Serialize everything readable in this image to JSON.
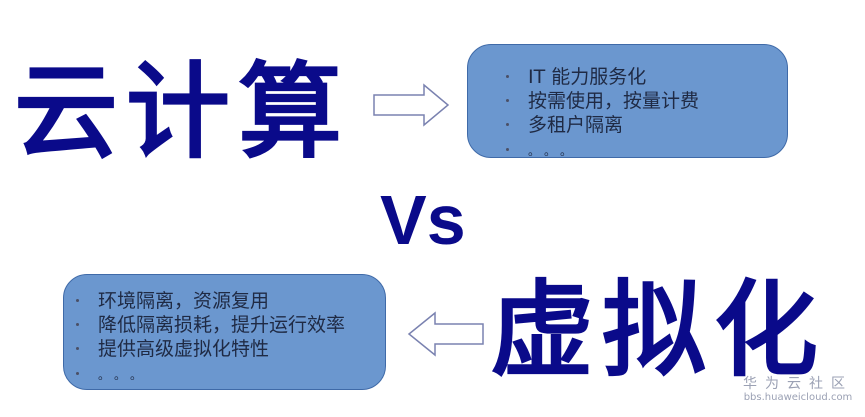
{
  "cloud": {
    "title": "云计算",
    "items": [
      "IT 能力服务化",
      "按需使用，按量计费",
      "多租户隔离"
    ],
    "ellipsis": "。。。"
  },
  "vs_label": "Vs",
  "virtualization": {
    "title": "虚拟化",
    "items": [
      "环境隔离，资源复用",
      "降低隔离损耗，提升运行效率",
      "提供高级虚拟化特性"
    ],
    "ellipsis": "。。。"
  },
  "watermark": {
    "name": "华为云社区",
    "url": "bbs.huaweicloud.com"
  },
  "colors": {
    "title": "#0a0a8a",
    "box_fill": "#6b97cf",
    "box_border": "#3f6aa8",
    "arrow_stroke": "#7a82b0"
  }
}
